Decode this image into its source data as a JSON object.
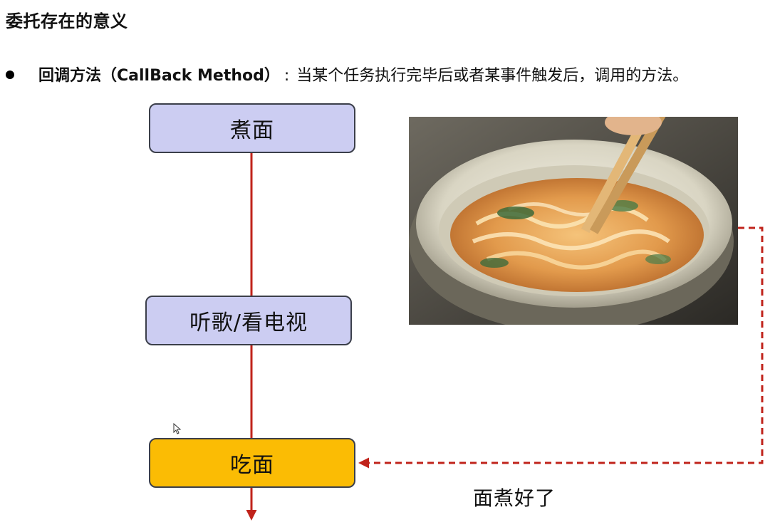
{
  "slide": {
    "title": "委托存在的意义"
  },
  "bullet": {
    "term": "回调方法（CallBack Method）",
    "separator": ":",
    "definition": "当某个任务执行完毕后或者某事件触发后，调用的方法。"
  },
  "flow": {
    "step1": "煮面",
    "step2": "听歌/看电视",
    "step3": "吃面",
    "callback_label": "面煮好了"
  },
  "colors": {
    "box_purple": "#cccdf2",
    "box_gold": "#fbbc04",
    "arrow_red": "#c0231b"
  },
  "icons": {
    "bullet": "filled-circle",
    "cursor": "mouse-pointer-icon"
  }
}
